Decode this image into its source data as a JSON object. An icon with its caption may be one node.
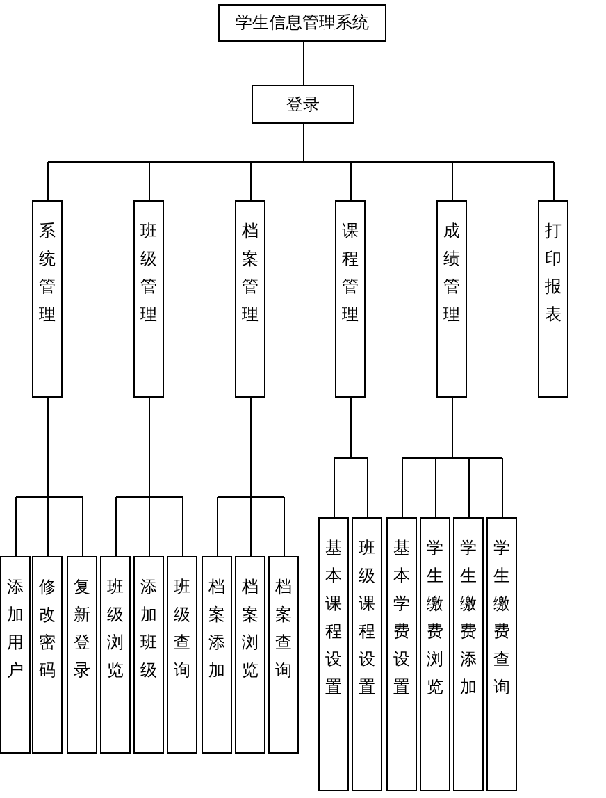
{
  "diagram": {
    "nodes": [
      {
        "text": [
          "学生信息管理系统"
        ]
      },
      {
        "text": [
          "登录"
        ]
      },
      {
        "text": [
          "系统管理"
        ]
      },
      {
        "text": [
          "班级管理"
        ]
      },
      {
        "text": [
          "档案管理"
        ]
      },
      {
        "text": [
          "课程管理"
        ]
      },
      {
        "text": [
          "成绩管理"
        ]
      },
      {
        "text": [
          "打印报表"
        ]
      },
      {
        "text": [
          "添加用户"
        ]
      },
      {
        "text": [
          "修改密码"
        ]
      },
      {
        "text": [
          "复新登录"
        ]
      },
      {
        "text": [
          "班级浏览"
        ]
      },
      {
        "text": [
          "添加班级"
        ]
      },
      {
        "text": [
          "班级查询"
        ]
      },
      {
        "text": [
          "档案添加"
        ]
      },
      {
        "text": [
          "档案浏览"
        ]
      },
      {
        "text": [
          "档案查询"
        ]
      },
      {
        "text": [
          "基本课程设置"
        ]
      },
      {
        "text": [
          "班级课程设置"
        ]
      },
      {
        "text": [
          "基本学费设置"
        ]
      },
      {
        "text": [
          "学生缴费浏览"
        ]
      },
      {
        "text": [
          "学生缴费添加"
        ]
      },
      {
        "text": [
          "学生缴费查询"
        ]
      }
    ],
    "edges": [
      {
        "from": 0,
        "to": 1,
        "arrow": "none"
      },
      {
        "from": 1,
        "to": 2,
        "arrow": "none"
      },
      {
        "from": 1,
        "to": 3,
        "arrow": "none"
      },
      {
        "from": 1,
        "to": 4,
        "arrow": "none"
      },
      {
        "from": 1,
        "to": 5,
        "arrow": "none"
      },
      {
        "from": 1,
        "to": 6,
        "arrow": "none"
      },
      {
        "from": 1,
        "to": 7,
        "arrow": "none"
      },
      {
        "from": 2,
        "to": 8,
        "arrow": "none"
      },
      {
        "from": 2,
        "to": 9,
        "arrow": "none"
      },
      {
        "from": 2,
        "to": 10,
        "arrow": "none"
      },
      {
        "from": 3,
        "to": 11,
        "arrow": "none"
      },
      {
        "from": 3,
        "to": 12,
        "arrow": "none"
      },
      {
        "from": 3,
        "to": 13,
        "arrow": "none"
      },
      {
        "from": 4,
        "to": 14,
        "arrow": "none"
      },
      {
        "from": 4,
        "to": 15,
        "arrow": "none"
      },
      {
        "from": 4,
        "to": 16,
        "arrow": "none"
      },
      {
        "from": 5,
        "to": 17,
        "arrow": "none"
      },
      {
        "from": 5,
        "to": 18,
        "arrow": "none"
      },
      {
        "from": 6,
        "to": 19,
        "arrow": "none"
      },
      {
        "from": 6,
        "to": 20,
        "arrow": "none"
      },
      {
        "from": 6,
        "to": 21,
        "arrow": "none"
      },
      {
        "from": 6,
        "to": 22,
        "arrow": "none"
      }
    ]
  }
}
